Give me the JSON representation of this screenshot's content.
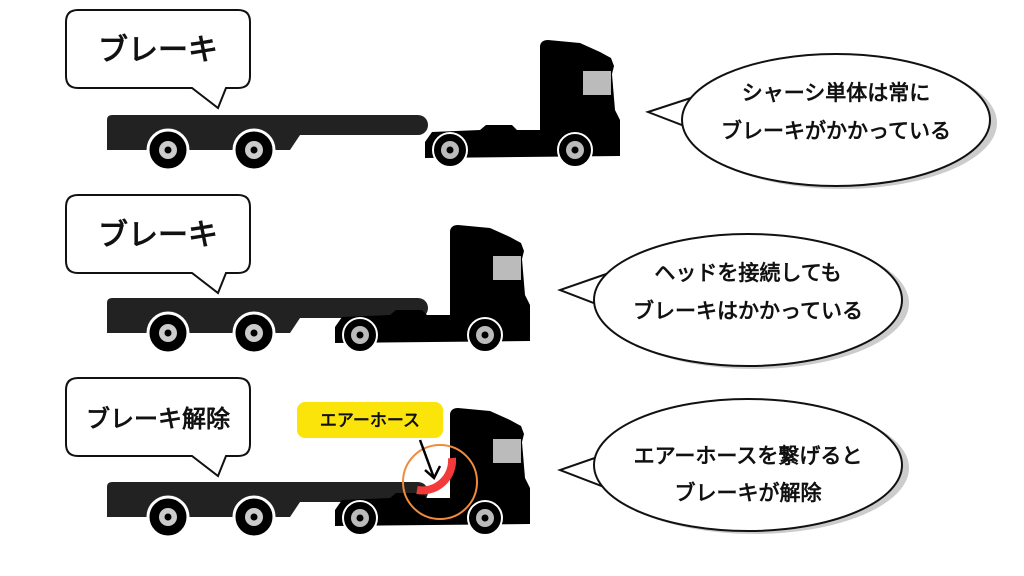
{
  "panels": [
    {
      "label": "ブレーキ",
      "message_lines": [
        "シャーシ単体は常に",
        "ブレーキがかかっている"
      ]
    },
    {
      "label": "ブレーキ",
      "message_lines": [
        "ヘッドを接続しても",
        "ブレーキはかかっている"
      ]
    },
    {
      "label": "ブレーキ解除",
      "callout": "エアーホース",
      "message_lines": [
        "エアーホースを繋げると",
        "ブレーキが解除"
      ]
    }
  ],
  "colors": {
    "callout_bg": "#fbe40a",
    "highlight_circle": "#f08a3c",
    "air_hose": "#f23a3a",
    "window": "#bbbbbb"
  }
}
